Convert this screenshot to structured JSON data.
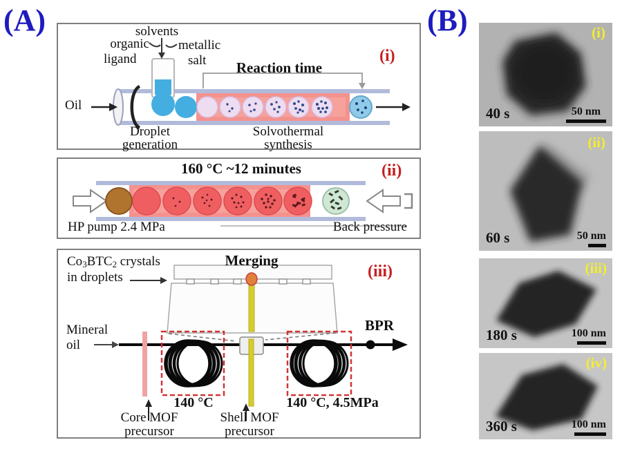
{
  "figure": {
    "panel_a": {
      "label": "(A)",
      "i": {
        "tag": "(i)",
        "solvents": "solvents",
        "organic": "organic",
        "ligand": "ligand",
        "metallic": "metallic",
        "salt": "salt",
        "oil": "Oil",
        "reaction_time": "Reaction time",
        "droplet_generation_1": "Droplet",
        "droplet_generation_2": "generation",
        "solvothermal_1": "Solvothermal",
        "solvothermal_2": "synthesis"
      },
      "ii": {
        "tag": "(ii)",
        "title": "160 °C ~12 minutes",
        "hp_pump": "HP pump 2.4 MPa",
        "back_pressure": "Back pressure"
      },
      "iii": {
        "tag": "(iii)",
        "crystals_pre": "Co",
        "crystals_sub1": "3",
        "crystals_mid": "BTC",
        "crystals_sub2": "2",
        "crystals_post": " crystals",
        "crystals_line2": "in droplets",
        "merging": "Merging",
        "mineral_1": "Mineral",
        "mineral_2": "oil",
        "bpr": "BPR",
        "temp_left": "140 °C",
        "temp_right": "140 °C, 4.5MPa",
        "core_mof_1": "Core MOF",
        "core_mof_2": "precursor",
        "shell_mof_1": "Shell MOF",
        "shell_mof_2": "precursor"
      }
    },
    "panel_b": {
      "label": "(B)",
      "images": [
        {
          "tag": "(i)",
          "time": "40 s",
          "scale": "50 nm"
        },
        {
          "tag": "(ii)",
          "time": "60 s",
          "scale": "50 nm"
        },
        {
          "tag": "(iii)",
          "time": "180 s",
          "scale": "100 nm"
        },
        {
          "tag": "(iv)",
          "time": "360 s",
          "scale": "100 nm"
        }
      ]
    },
    "colors": {
      "panel_label_blue": "#1e1cbe",
      "sub_label_red": "#c52020",
      "tem_label_yellow": "#f3ef2d",
      "heated_zone_salmon": "#f4928e",
      "droplet_blue": "#45aee0",
      "droplet_red": "#ef5f62",
      "droplet_brown": "#b0742f",
      "droplet_green": "#cfe7d4",
      "tube_rail": "#b2badb",
      "coil_box_dash_red": "#d23434",
      "core_precursor_pink": "#efa3a3",
      "shell_precursor_yellow": "#d6cc2e"
    }
  }
}
